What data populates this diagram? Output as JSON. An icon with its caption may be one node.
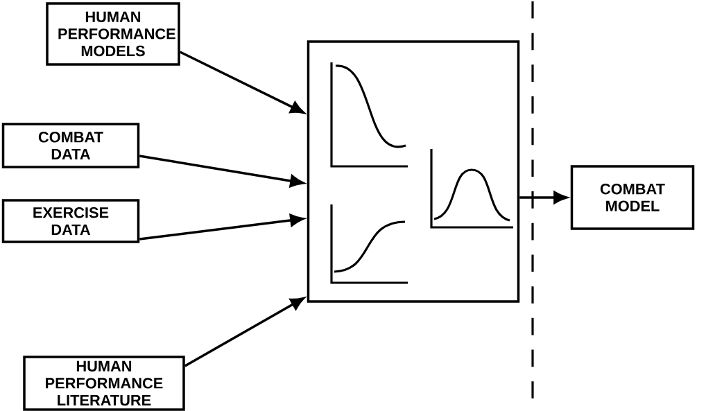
{
  "diagram": {
    "nodes": [
      {
        "text": [
          "HUMAN PERFORMANCE MODELS"
        ]
      },
      {
        "text": [
          "COMBAT DATA"
        ]
      },
      {
        "text": [
          "EXERCISE DATA"
        ]
      },
      {
        "text": [
          "HUMAN PERFORMANCE LITERATURE"
        ]
      },
      {
        "text": [],
        "shape": "box"
      },
      {
        "text": [
          "COMBAT MODEL"
        ]
      }
    ],
    "edges": [
      {
        "from": 0,
        "to": 4,
        "arrow": "to"
      },
      {
        "from": 1,
        "to": 4,
        "arrow": "to"
      },
      {
        "from": 2,
        "to": 4,
        "arrow": "to"
      },
      {
        "from": 3,
        "to": 4,
        "arrow": "to"
      },
      {
        "from": 4,
        "to": 5,
        "arrow": "to"
      }
    ]
  }
}
